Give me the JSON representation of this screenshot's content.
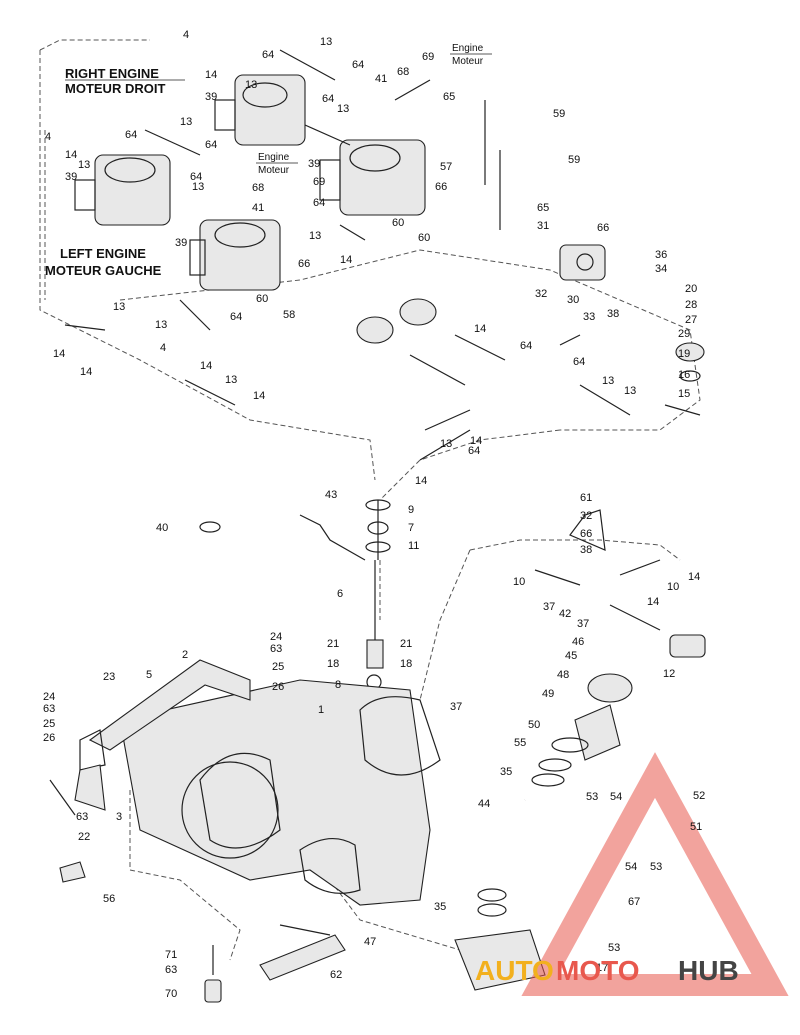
{
  "headings": {
    "right_engine_en": "RIGHT ENGINE",
    "right_engine_fr": "MOTEUR DROIT",
    "left_engine_en": "LEFT ENGINE",
    "left_engine_fr": "MOTEUR GAUCHE",
    "engine_en": "Engine",
    "engine_fr": "Moteur"
  },
  "watermark": {
    "part1": "AUTO",
    "part2": "MOTO",
    "part3": "HUB",
    "color_a": "#f2b01e",
    "color_b": "#e8584d",
    "color_c": "#444444"
  },
  "callouts": [
    "4",
    "13",
    "64",
    "14",
    "13",
    "39",
    "64",
    "41",
    "68",
    "69",
    "65",
    "59",
    "4",
    "64",
    "13",
    "14",
    "13",
    "39",
    "64",
    "13",
    "64",
    "57",
    "59",
    "39",
    "68",
    "69",
    "66",
    "65",
    "64",
    "13",
    "41",
    "39",
    "60",
    "60",
    "64",
    "13",
    "14",
    "66",
    "60",
    "58",
    "31",
    "66",
    "36",
    "34",
    "32",
    "30",
    "33",
    "38",
    "20",
    "28",
    "27",
    "29",
    "19",
    "16",
    "15",
    "13",
    "64",
    "14",
    "13",
    "14",
    "14",
    "14",
    "13",
    "14",
    "4",
    "13",
    "64",
    "64",
    "13",
    "14",
    "14",
    "13",
    "64",
    "43",
    "9",
    "40",
    "7",
    "11",
    "61",
    "32",
    "66",
    "38",
    "10",
    "14",
    "37",
    "42",
    "14",
    "10",
    "37",
    "12",
    "6",
    "21",
    "21",
    "18",
    "18",
    "8",
    "46",
    "45",
    "48",
    "49",
    "37",
    "24",
    "63",
    "25",
    "26",
    "2",
    "23",
    "5",
    "1",
    "24",
    "63",
    "25",
    "26",
    "50",
    "55",
    "35",
    "44",
    "53",
    "54",
    "52",
    "51",
    "3",
    "63",
    "22",
    "54",
    "53",
    "67",
    "56",
    "35",
    "47",
    "53",
    "17",
    "71",
    "63",
    "62",
    "70"
  ]
}
